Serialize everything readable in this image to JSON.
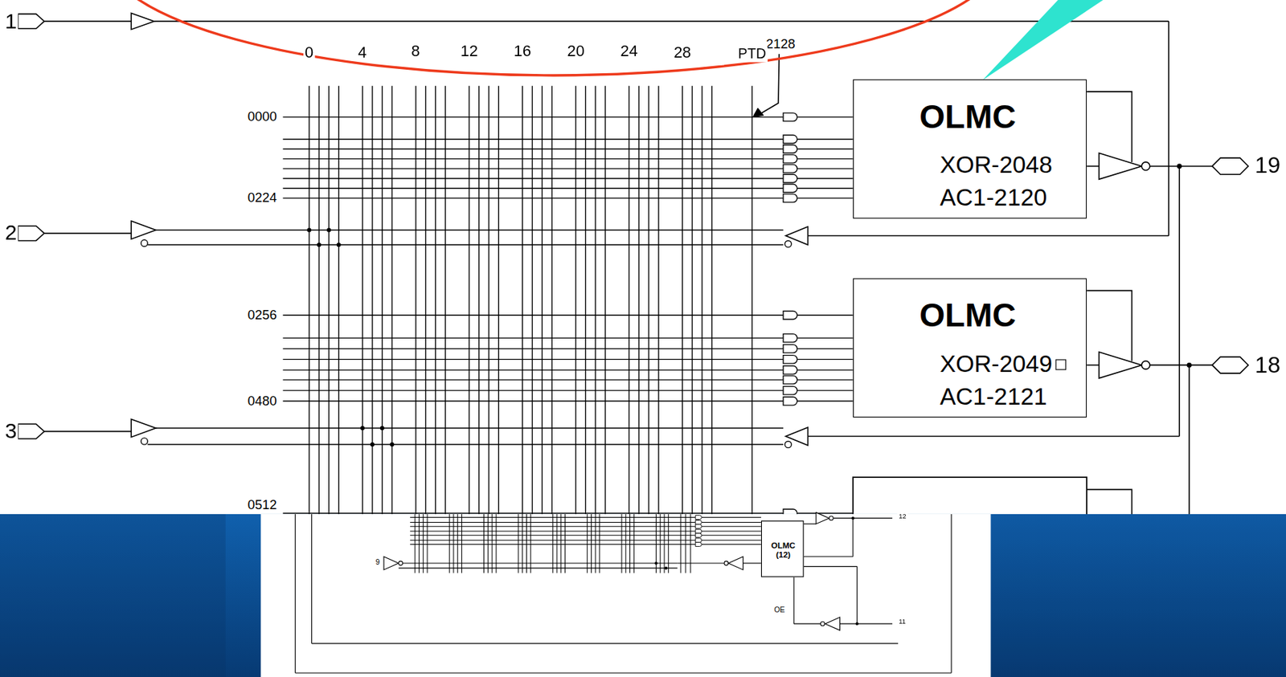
{
  "diagram": {
    "nodes": [
      {
        "text": [
          "OLMC",
          "XOR-2048",
          "AC1-2120"
        ]
      },
      {
        "text": [
          "OLMC",
          "XOR-2049",
          "AC1-2121"
        ]
      },
      {
        "text": [
          "OLMC (12)"
        ]
      }
    ],
    "labels": [
      "1",
      "2128",
      "0",
      "4",
      "8",
      "12",
      "16",
      "20",
      "24",
      "28",
      "PTD",
      "0000",
      "19",
      "0224",
      "2",
      "0256",
      "18",
      "0480",
      "3",
      "0512",
      "12",
      "9",
      "OE",
      "11"
    ]
  }
}
